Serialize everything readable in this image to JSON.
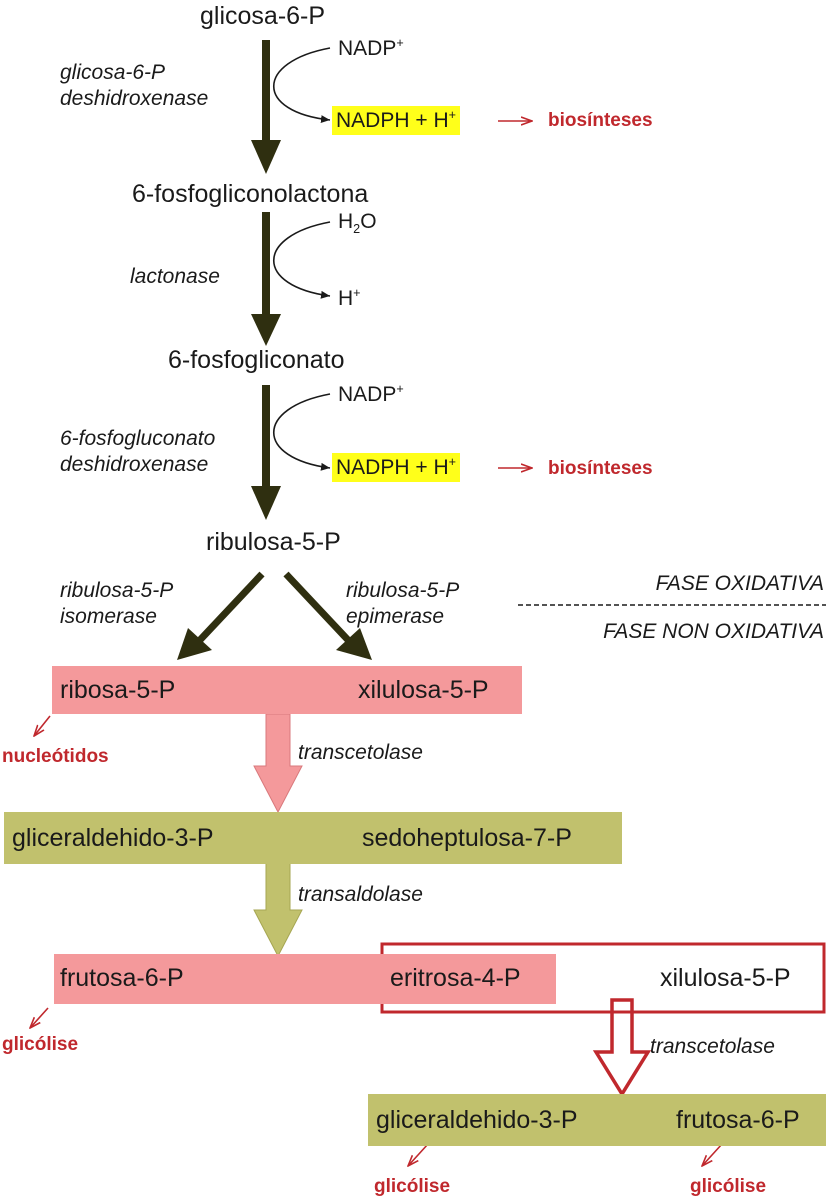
{
  "metabolites": {
    "g6p": "glicosa-6-P",
    "lactone": "6-fosfogliconolactona",
    "gluconate": "6-fosfogliconato",
    "ru5p": "ribulosa-5-P",
    "r5p": "ribosa-5-P",
    "xu5p_1": "xilulosa-5-P",
    "gap_1": "gliceraldehido-3-P",
    "s7p": "sedoheptulosa-7-P",
    "f6p_1": "frutosa-6-P",
    "e4p": "eritrosa-4-P",
    "xu5p_2": "xilulosa-5-P",
    "gap_2": "gliceraldehido-3-P",
    "f6p_2": "frutosa-6-P"
  },
  "enzymes": {
    "g6pdh_line1": "glicosa-6-P",
    "g6pdh_line2": "deshidroxenase",
    "lactonase": "lactonase",
    "pgdh_line1": "6-fosfogluconato",
    "pgdh_line2": "deshidroxenase",
    "isomerase_line1": "ribulosa-5-P",
    "isomerase_line2": "isomerase",
    "epimerase_line1": "ribulosa-5-P",
    "epimerase_line2": "epimerase",
    "transketolase_1": "transcetolase",
    "transaldolase": "transaldolase",
    "transketolase_2": "transcetolase"
  },
  "cofactors": {
    "nadp_1": "NADP",
    "nadph_1": "NADPH + H",
    "h2o_h": "H",
    "h2o_o": "O",
    "h_plus": "H",
    "nadp_2": "NADP",
    "nadph_2": "NADPH + H",
    "plus": "+",
    "two": "2"
  },
  "outputs": {
    "biosynthesis_1": "biosínteses",
    "biosynthesis_2": "biosínteses",
    "nucleotides": "nucleótidos",
    "glycolysis_1": "glicólise",
    "glycolysis_2": "glicólise",
    "glycolysis_3": "glicólise"
  },
  "phases": {
    "oxidative": "FASE OXIDATIVA",
    "non_oxidative": "FASE NON OXIDATIVA"
  },
  "colors": {
    "arrow_dark": "#2f2f10",
    "pink_box": "#f4999b",
    "olive_box": "#c1c16d",
    "highlight": "#ffff1a",
    "red": "#c0282d"
  }
}
